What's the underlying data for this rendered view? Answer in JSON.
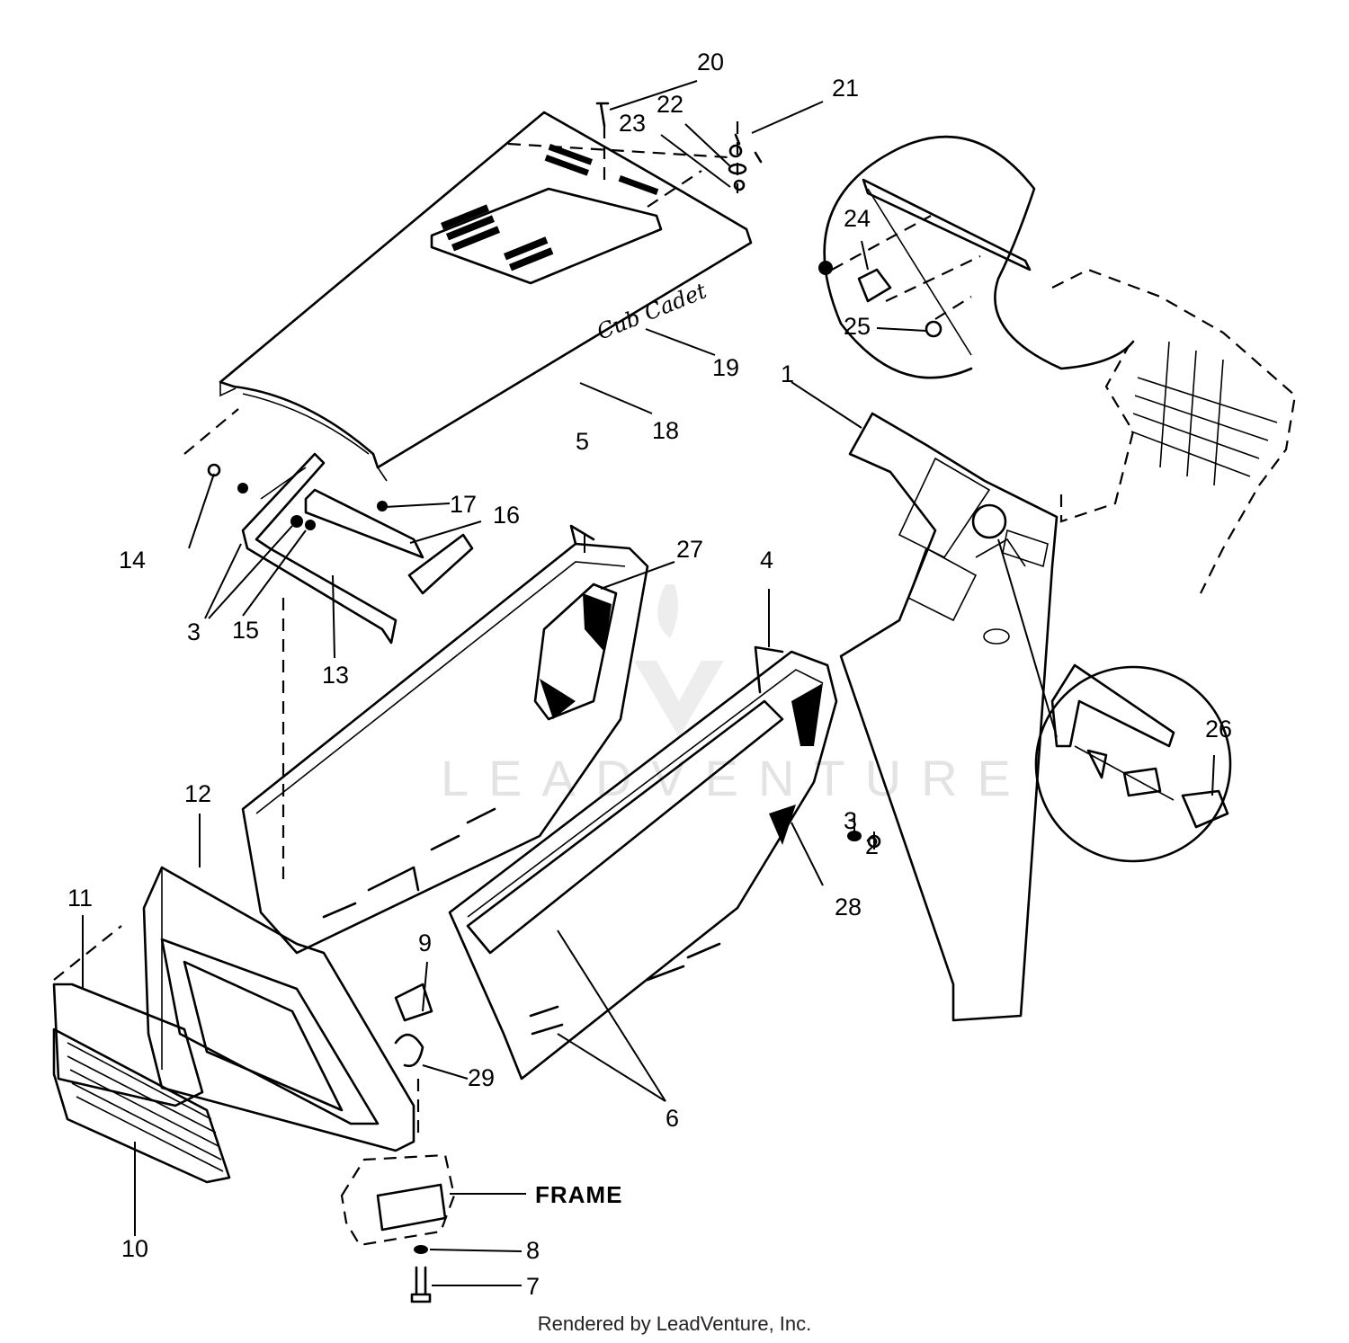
{
  "diagram": {
    "watermark": "LEADVENTURE",
    "hood_logo": "Cub Cadet",
    "frame_label": "FRAME",
    "callouts": {
      "c1": "1",
      "c2": "2",
      "c3a": "3",
      "c3b": "3",
      "c4": "4",
      "c5": "5",
      "c6": "6",
      "c7": "7",
      "c8": "8",
      "c9": "9",
      "c10": "10",
      "c11": "11",
      "c12": "12",
      "c13": "13",
      "c14": "14",
      "c15": "15",
      "c16": "16",
      "c17": "17",
      "c18": "18",
      "c19": "19",
      "c20": "20",
      "c21": "21",
      "c22": "22",
      "c23": "23",
      "c24": "24",
      "c25": "25",
      "c26": "26",
      "c27": "27",
      "c28": "28",
      "c29": "29"
    }
  },
  "footer": {
    "text": "Rendered by LeadVenture, Inc."
  }
}
